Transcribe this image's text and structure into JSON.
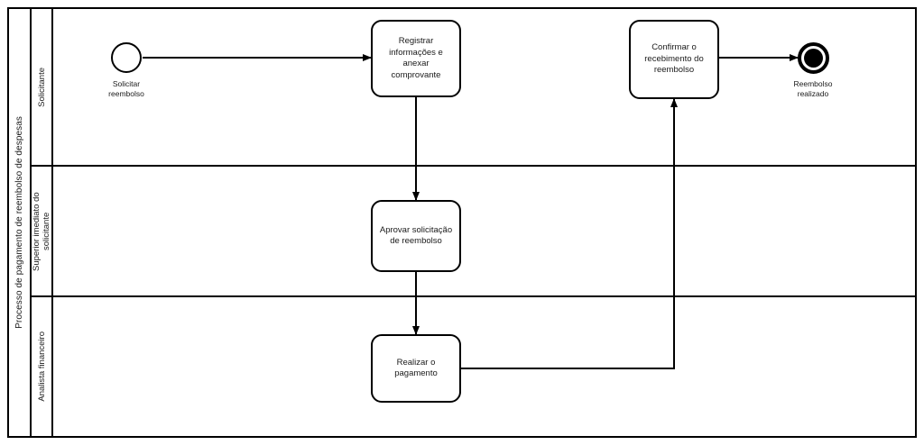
{
  "diagram": {
    "type": "bpmn-process-diagram",
    "pool": {
      "label": "Processo de pagamento de reembolso de despesas"
    },
    "lanes": [
      {
        "id": "solicitante",
        "label": "Solicitante"
      },
      {
        "id": "superior",
        "label": "Superior imediato do solicitante"
      },
      {
        "id": "analista",
        "label": "Analista financeiro"
      }
    ],
    "events": [
      {
        "id": "start-solicitar-reembolso",
        "kind": "start-event",
        "lane": "solicitante",
        "label": "Solicitar\nreembolso"
      },
      {
        "id": "end-reembolso-realizado",
        "kind": "end-event",
        "lane": "solicitante",
        "label": "Reembolso\nrealizado"
      }
    ],
    "tasks": [
      {
        "id": "registrar-informacoes",
        "lane": "solicitante",
        "label": "Registrar informações e anexar comprovante"
      },
      {
        "id": "confirmar-recebimento",
        "lane": "solicitante",
        "label": "Confirmar o recebimento do reembolso"
      },
      {
        "id": "aprovar-solicitacao",
        "lane": "superior",
        "label": "Aprovar solicitação de reembolso"
      },
      {
        "id": "realizar-pagamento",
        "lane": "analista",
        "label": "Realizar o pagamento"
      }
    ],
    "sequence_flows": [
      {
        "id": "flow-start-to-registrar",
        "from": "start-solicitar-reembolso",
        "to": "registrar-informacoes"
      },
      {
        "id": "flow-registrar-to-aprovar",
        "from": "registrar-informacoes",
        "to": "aprovar-solicitacao"
      },
      {
        "id": "flow-aprovar-to-realizar",
        "from": "aprovar-solicitacao",
        "to": "realizar-pagamento"
      },
      {
        "id": "flow-realizar-to-confirmar",
        "from": "realizar-pagamento",
        "to": "confirmar-recebimento"
      },
      {
        "id": "flow-confirmar-to-end",
        "from": "confirmar-recebimento",
        "to": "end-reembolso-realizado"
      }
    ],
    "colors": {
      "stroke": "#000000",
      "text": "#1a1a1a",
      "background": "#ffffff"
    }
  }
}
